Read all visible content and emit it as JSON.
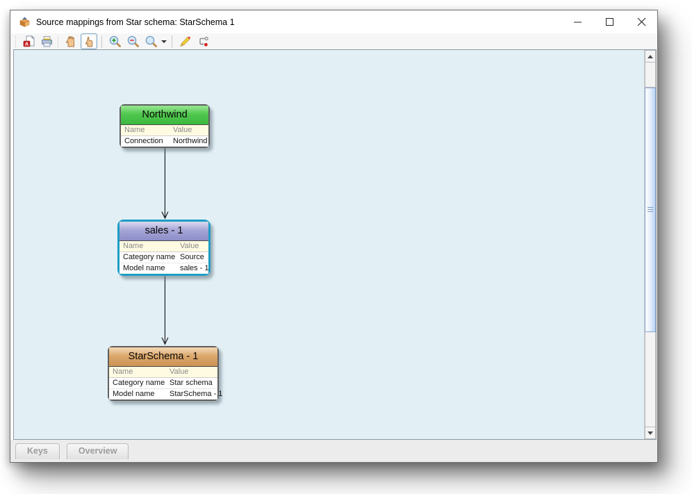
{
  "window": {
    "title": "Source mappings from Star schema: StarSchema 1",
    "app_icon": "schema-box-icon",
    "controls": [
      "minimize",
      "maximize",
      "close"
    ]
  },
  "toolbar": {
    "icons": [
      "export-pdf",
      "print",
      "pan-hand",
      "pointer-hand",
      "zoom-in",
      "zoom-out",
      "zoom",
      "zoom-dropdown",
      "edit-pencil",
      "connector-trace"
    ],
    "selected_tool": "pointer-hand"
  },
  "diagram": {
    "canvas_color": "#e2f0f6",
    "selection_color": "#1d9dc4",
    "nodes": [
      {
        "title": "Northwind",
        "header_colors": [
          "#50c74f",
          "#3cb83e"
        ],
        "columns": [
          "Name",
          "Value"
        ],
        "rows": [
          {
            "name": "Connection",
            "value": "Northwind"
          }
        ],
        "selected": false
      },
      {
        "title": "sales - 1",
        "header_colors": [
          "#a5a5d6",
          "#8d8dc9"
        ],
        "columns": [
          "Name",
          "Value"
        ],
        "rows": [
          {
            "name": "Category name",
            "value": "Source"
          },
          {
            "name": "Model name",
            "value": "sales - 1"
          }
        ],
        "selected": true
      },
      {
        "title": "StarSchema - 1",
        "header_colors": [
          "#dca86c",
          "#cd9254"
        ],
        "columns": [
          "Name",
          "Value"
        ],
        "rows": [
          {
            "name": "Category name",
            "value": "Star schema"
          },
          {
            "name": "Model name",
            "value": "StarSchema - 1"
          }
        ],
        "selected": false
      }
    ],
    "edges": [
      {
        "from": "Northwind",
        "to": "sales - 1"
      },
      {
        "from": "sales - 1",
        "to": "StarSchema - 1"
      }
    ]
  },
  "tabs": [
    {
      "label": "Keys"
    },
    {
      "label": "Overview"
    }
  ]
}
